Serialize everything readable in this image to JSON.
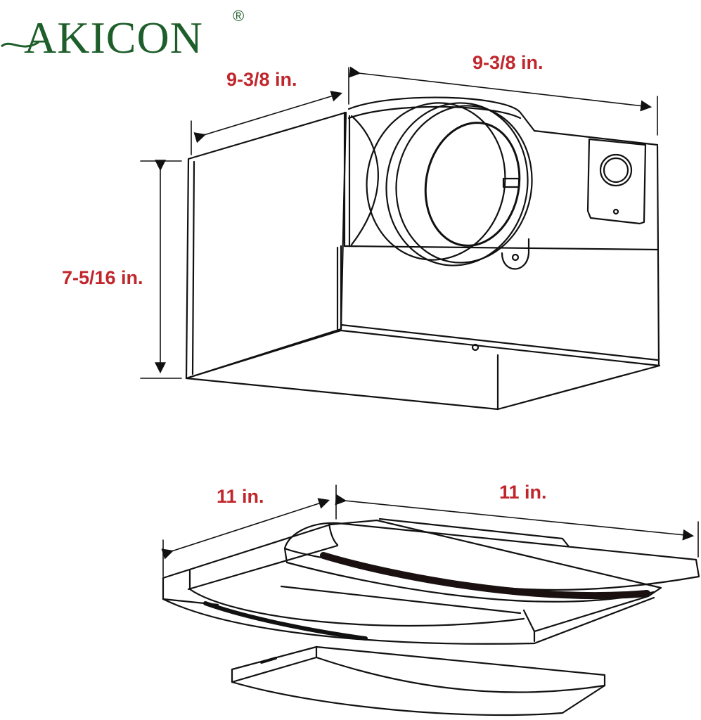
{
  "brand": {
    "name": "AKICON",
    "registered_mark": "®",
    "color": "#1e5e2b"
  },
  "colors": {
    "dimension_label": "#c0272d",
    "line_art": "#111111",
    "background": "#ffffff"
  },
  "housing": {
    "depth_label": "9-3/8 in.",
    "width_label": "9-3/8 in.",
    "height_label": "7-5/16 in."
  },
  "grille": {
    "depth_label": "11 in.",
    "width_label": "11 in."
  }
}
